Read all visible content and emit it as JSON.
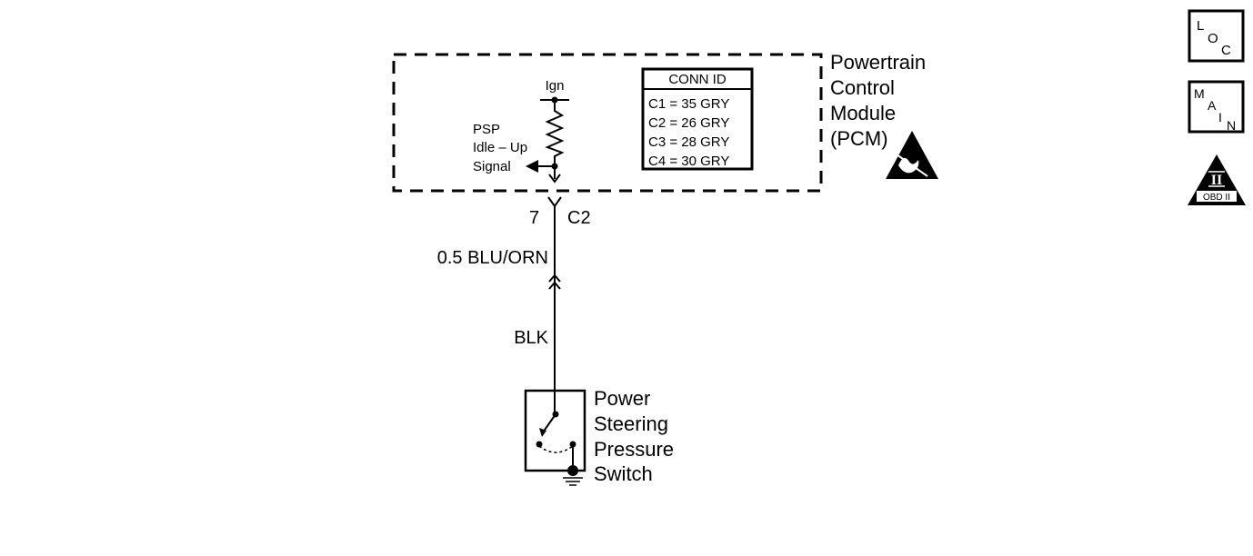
{
  "pcm": {
    "name_lines": [
      "Powertrain",
      "Control",
      "Module",
      "(PCM)"
    ],
    "ign_label": "Ign",
    "signal_lines": [
      "PSP",
      "Idle – Up",
      "Signal"
    ]
  },
  "conn_id": {
    "title": "CONN ID",
    "rows": [
      "C1 = 35 GRY",
      "C2 = 26 GRY",
      "C3 = 28 GRY",
      "C4 = 30 GRY"
    ]
  },
  "connector": {
    "pin": "7",
    "id": "C2"
  },
  "wires": {
    "upper": "0.5 BLU/ORN",
    "lower": "BLK"
  },
  "switch": {
    "name_lines": [
      "Power",
      "Steering",
      "Pressure",
      "Switch"
    ]
  },
  "side_icons": {
    "loc": [
      "L",
      "O",
      "C"
    ],
    "main": [
      "M",
      "A",
      "I",
      "N"
    ],
    "obd": {
      "numeral": "II",
      "label": "OBD II"
    }
  }
}
